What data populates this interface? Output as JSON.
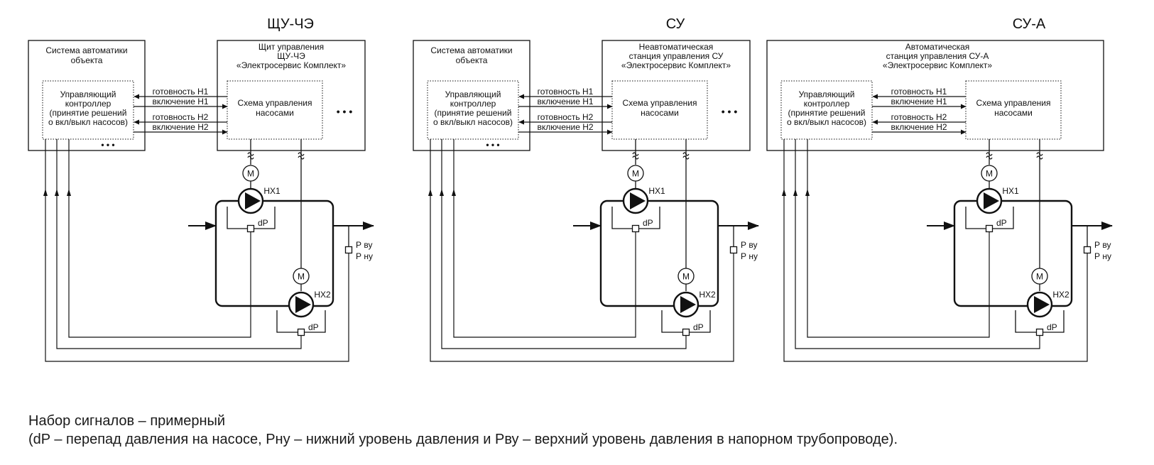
{
  "panels": [
    {
      "title": "ЩУ-ЧЭ",
      "automation_box": {
        "lines": [
          "Система автоматики",
          "объекта"
        ]
      },
      "control_box": {
        "lines": [
          "Щит управления",
          "ЩУ-ЧЭ",
          "«Электросервис Комплект»"
        ]
      },
      "controller": {
        "lines": [
          "Управляющий",
          "контроллер",
          "(принятие решений",
          "о вкл/выкл насосов)"
        ]
      },
      "scheme": {
        "lines": [
          "Схема управления",
          "насосами"
        ]
      },
      "signals": [
        "готовность Н1",
        "включение Н1",
        "готовность Н2",
        "включение Н2"
      ]
    },
    {
      "title": "СУ",
      "automation_box": {
        "lines": [
          "Система автоматики",
          "объекта"
        ]
      },
      "control_box": {
        "lines": [
          "Неавтоматическая",
          "станция управления СУ",
          "«Электросервис Комплект»"
        ]
      },
      "controller": {
        "lines": [
          "Управляющий",
          "контроллер",
          "(принятие решений",
          "о вкл/выкл насосов)"
        ]
      },
      "scheme": {
        "lines": [
          "Схема управления",
          "насосами"
        ]
      },
      "signals": [
        "готовность Н1",
        "включение Н1",
        "готовность Н2",
        "включение Н2"
      ]
    },
    {
      "title": "СУ-А",
      "automation_box": null,
      "control_box": {
        "lines": [
          "Автоматическая",
          "станция управления СУ-А",
          "«Электросервис Комплект»"
        ]
      },
      "controller": {
        "lines": [
          "Управляющий",
          "контроллер",
          "(принятие решений",
          "о вкл/выкл насосов)"
        ]
      },
      "scheme": {
        "lines": [
          "Схема управления",
          "насосами"
        ]
      },
      "signals": [
        "готовность Н1",
        "включение Н1",
        "готовность Н2",
        "включение Н2"
      ]
    }
  ],
  "common": {
    "ellipsis": "• • •",
    "motor_label": "М",
    "pump1_label": "НХ1",
    "pump2_label": "НХ2",
    "dp_label": "dP",
    "p_upper_label": "Р ву",
    "p_lower_label": "Р ну"
  },
  "caption": {
    "line1": "Набор сигналов – примерный",
    "line2": "(dP – перепад давления на насосе, Рну – нижний уровень давления и Рву – верхний уровень давления в напорном трубопроводе)."
  }
}
